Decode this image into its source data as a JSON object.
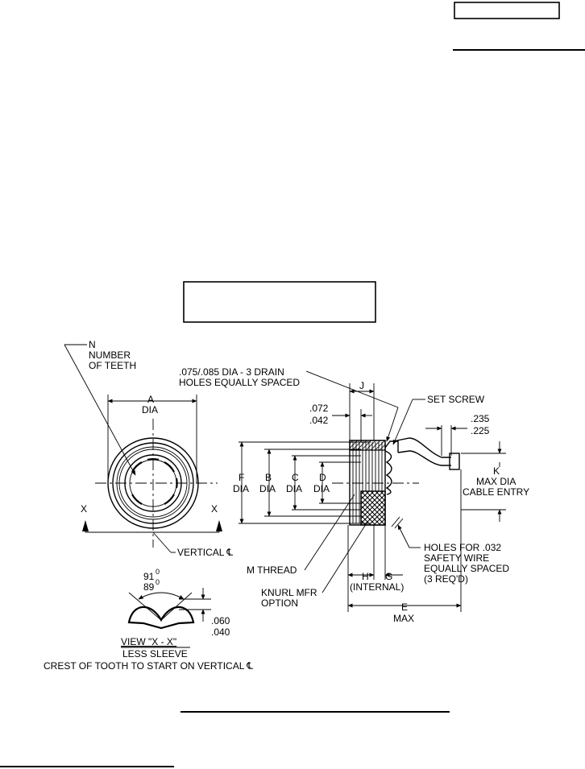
{
  "labels": {
    "n": "N",
    "number": "NUMBER",
    "of_teeth": "OF TEETH",
    "drain_1": ".075/.085 DIA - 3 DRAIN",
    "drain_2": "HOLES EQUALLY SPACED",
    "j": "J",
    "set_screw": "SET SCREW",
    "d072": ".072",
    "d042": ".042",
    "d235": ".235",
    "d225": ".225",
    "a": "A",
    "a_dia": "DIA",
    "f": "F",
    "f_dia": "DIA",
    "b": "B",
    "b_dia": "DIA",
    "c": "C",
    "c_dia": "DIA",
    "d": "D",
    "d_dia": "DIA",
    "k": "K",
    "max_dia": "MAX DIA",
    "cable_entry": "CABLE ENTRY",
    "x_left": "X",
    "x_right": "X",
    "vertical_cl": "VERTICAL ℄",
    "m_thread": "M THREAD",
    "holes_1": "HOLES FOR .032",
    "holes_2": "SAFETY WIRE",
    "holes_3": "EQUALLY SPACED",
    "holes_4": "(3 REQ'D)",
    "h": "H",
    "g": "G",
    "internal": "(INTERNAL)",
    "knurl_1": "KNURL MFR",
    "knurl_2": "OPTION",
    "e": "E",
    "e_max": "MAX",
    "angle_91": "91",
    "angle_89": "89",
    "deg": "0",
    "d060": ".060",
    "d040": ".040",
    "view_title": "VIEW  \"X - X\"",
    "less_sleeve": "LESS SLEEVE",
    "crest": "CREST OF TOOTH TO START ON VERTICAL ℄"
  }
}
